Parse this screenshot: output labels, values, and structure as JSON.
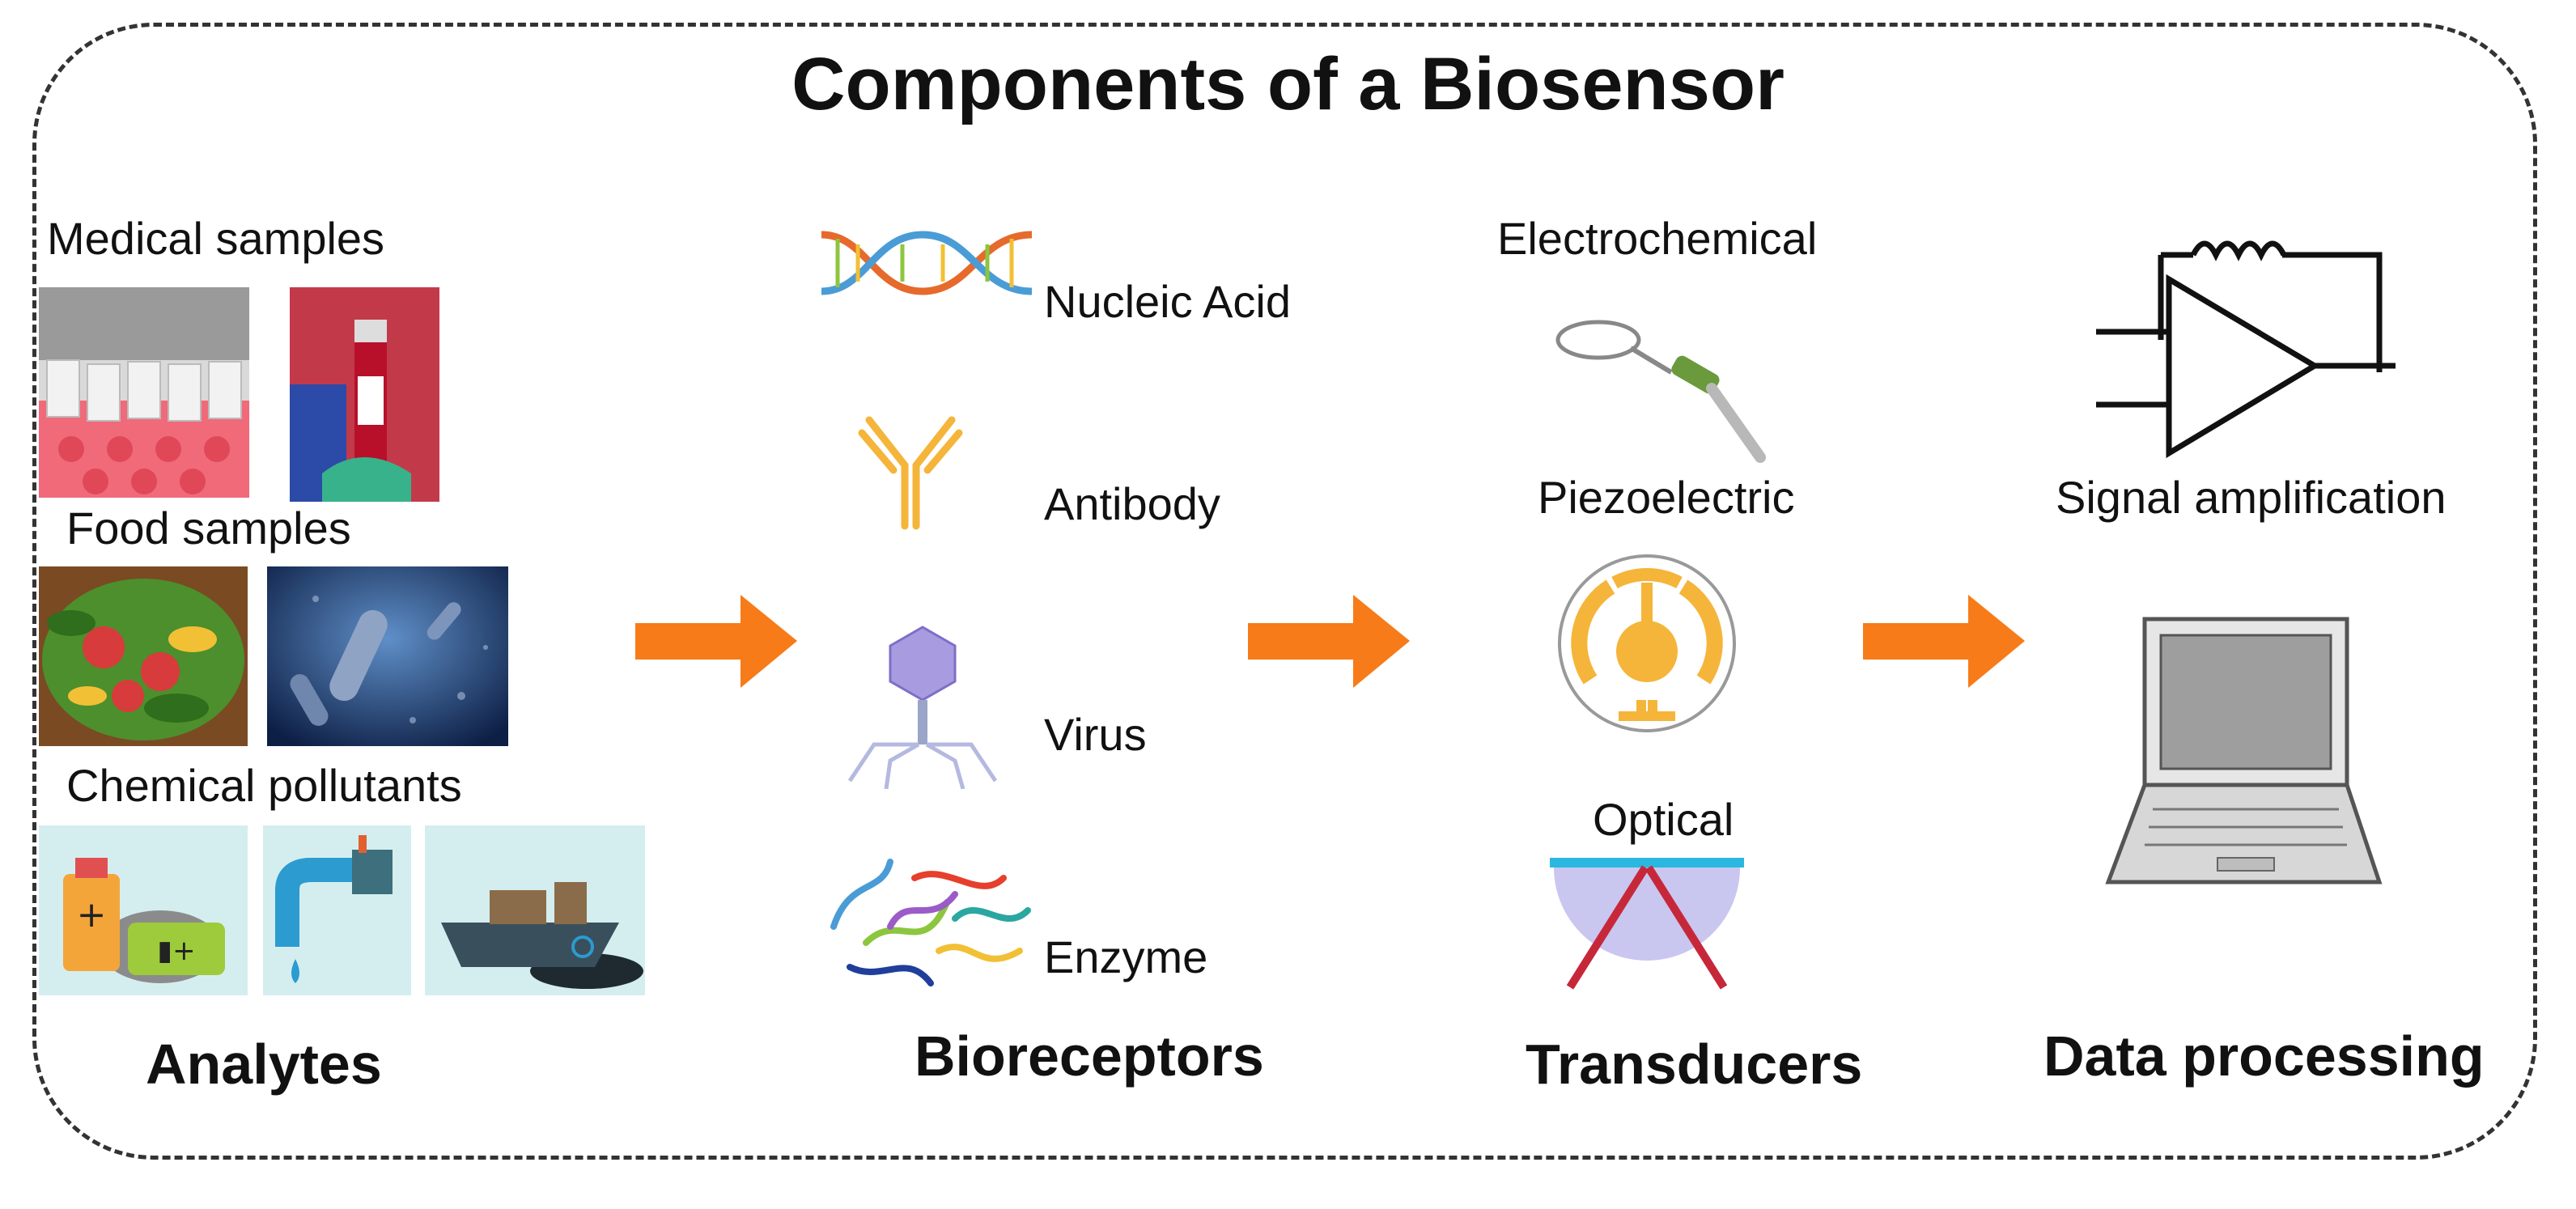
{
  "title": "Components of a Biosensor",
  "analytes": {
    "heading": "Analytes",
    "groups": [
      {
        "label": "Medical samples"
      },
      {
        "label": "Food samples"
      },
      {
        "label": "Chemical pollutants"
      }
    ]
  },
  "bioreceptors": {
    "heading": "Bioreceptors",
    "items": [
      {
        "label": "Nucleic Acid",
        "icon": "dna-icon"
      },
      {
        "label": "Antibody",
        "icon": "antibody-icon"
      },
      {
        "label": "Virus",
        "icon": "virus-icon"
      },
      {
        "label": "Enzyme",
        "icon": "enzyme-icon"
      }
    ]
  },
  "transducers": {
    "heading": "Transducers",
    "items": [
      {
        "label": "Electrochemical",
        "icon": "electrode-icon"
      },
      {
        "label": "Piezoelectric",
        "icon": "piezo-crystal-icon"
      },
      {
        "label": "Optical",
        "icon": "optical-prism-icon"
      }
    ]
  },
  "data_processing": {
    "heading": "Data processing",
    "items": [
      {
        "label": "Signal amplification",
        "icon": "amplifier-circuit-icon"
      },
      {
        "label": "",
        "icon": "laptop-icon"
      }
    ]
  },
  "colors": {
    "arrow": "#f77b18",
    "accent_orange": "#f5a623",
    "border": "#333333"
  }
}
